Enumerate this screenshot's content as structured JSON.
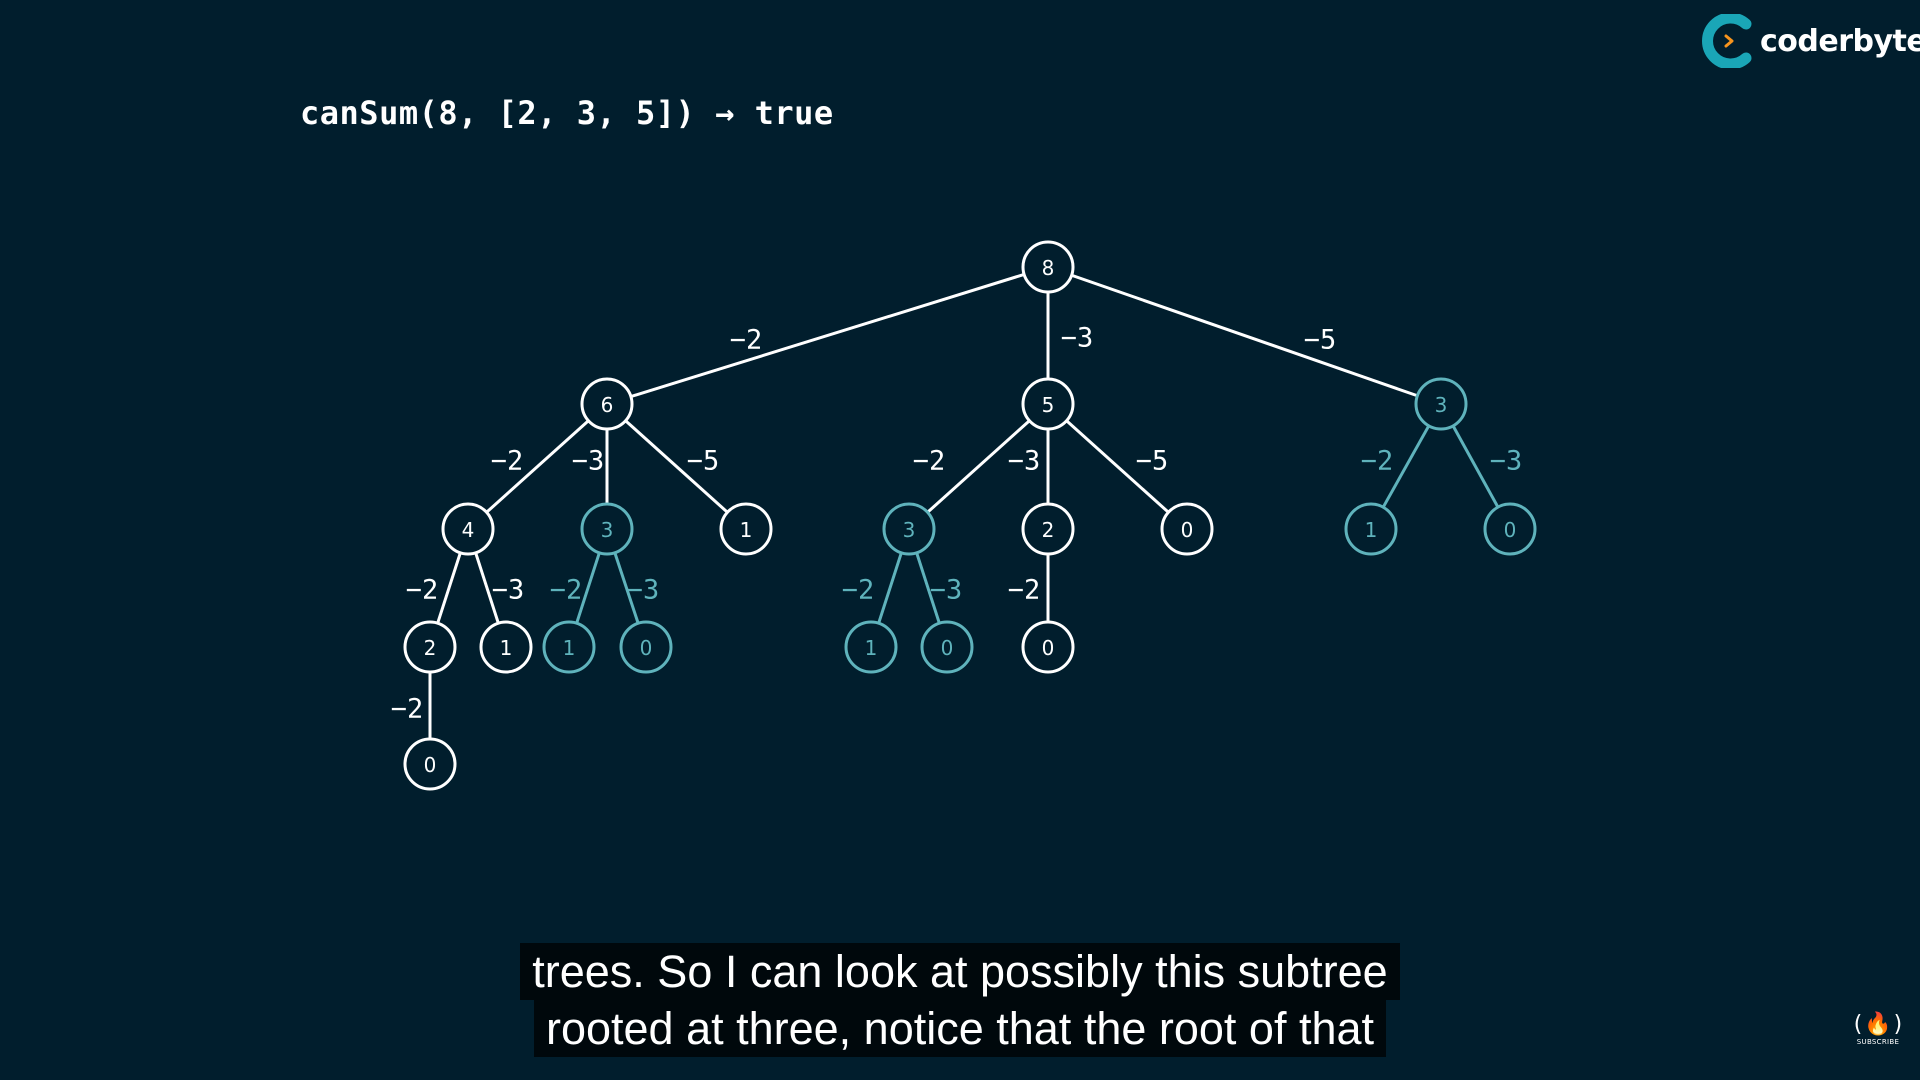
{
  "header": {
    "title": "canSum(8, [2, 3, 5]) → true"
  },
  "brand": {
    "name": "coderbyte",
    "icon": "coderbyte-logo-icon",
    "accent": "#1aa6b7",
    "chevron_color": "#f7941d"
  },
  "colors": {
    "background": "#011e2d",
    "default": "#ffffff",
    "highlight": "#5fb3bc"
  },
  "tree": {
    "nodes": [
      {
        "id": "n8",
        "value": "8",
        "highlight": false
      },
      {
        "id": "n6",
        "value": "6",
        "highlight": false
      },
      {
        "id": "n5",
        "value": "5",
        "highlight": false
      },
      {
        "id": "n3r",
        "value": "3",
        "highlight": true
      },
      {
        "id": "n4",
        "value": "4",
        "highlight": false
      },
      {
        "id": "n3a",
        "value": "3",
        "highlight": true
      },
      {
        "id": "n1a",
        "value": "1",
        "highlight": false
      },
      {
        "id": "n3b",
        "value": "3",
        "highlight": true
      },
      {
        "id": "n2b",
        "value": "2",
        "highlight": false
      },
      {
        "id": "n0b",
        "value": "0",
        "highlight": false
      },
      {
        "id": "n1r",
        "value": "1",
        "highlight": true
      },
      {
        "id": "n0r",
        "value": "0",
        "highlight": true
      },
      {
        "id": "n2a",
        "value": "2",
        "highlight": false
      },
      {
        "id": "n1c",
        "value": "1",
        "highlight": false
      },
      {
        "id": "n1d",
        "value": "1",
        "highlight": true
      },
      {
        "id": "n0d",
        "value": "0",
        "highlight": true
      },
      {
        "id": "n1e",
        "value": "1",
        "highlight": true
      },
      {
        "id": "n0e",
        "value": "0",
        "highlight": true
      },
      {
        "id": "n0f",
        "value": "0",
        "highlight": false
      },
      {
        "id": "n0g",
        "value": "0",
        "highlight": false
      }
    ],
    "edges": [
      {
        "from": "n8",
        "to": "n6",
        "label": "−2",
        "highlight": false
      },
      {
        "from": "n8",
        "to": "n5",
        "label": "−3",
        "highlight": false
      },
      {
        "from": "n8",
        "to": "n3r",
        "label": "−5",
        "highlight": false
      },
      {
        "from": "n6",
        "to": "n4",
        "label": "−2",
        "highlight": false
      },
      {
        "from": "n6",
        "to": "n3a",
        "label": "−3",
        "highlight": false
      },
      {
        "from": "n6",
        "to": "n1a",
        "label": "−5",
        "highlight": false
      },
      {
        "from": "n5",
        "to": "n3b",
        "label": "−2",
        "highlight": false
      },
      {
        "from": "n5",
        "to": "n2b",
        "label": "−3",
        "highlight": false
      },
      {
        "from": "n5",
        "to": "n0b",
        "label": "−5",
        "highlight": false
      },
      {
        "from": "n3r",
        "to": "n1r",
        "label": "−2",
        "highlight": true
      },
      {
        "from": "n3r",
        "to": "n0r",
        "label": "−3",
        "highlight": true
      },
      {
        "from": "n4",
        "to": "n2a",
        "label": "−2",
        "highlight": false
      },
      {
        "from": "n4",
        "to": "n1c",
        "label": "−3",
        "highlight": false
      },
      {
        "from": "n3a",
        "to": "n1d",
        "label": "−2",
        "highlight": true
      },
      {
        "from": "n3a",
        "to": "n0d",
        "label": "−3",
        "highlight": true
      },
      {
        "from": "n3b",
        "to": "n1e",
        "label": "−2",
        "highlight": true
      },
      {
        "from": "n3b",
        "to": "n0e",
        "label": "−3",
        "highlight": true
      },
      {
        "from": "n2b",
        "to": "n0f",
        "label": "−2",
        "highlight": false
      },
      {
        "from": "n2a",
        "to": "n0g",
        "label": "−2",
        "highlight": false
      }
    ]
  },
  "caption": {
    "line1": "trees. So I can look at possibly this subtree",
    "line2": "rooted at three, notice that the root of that"
  },
  "corner_badge": {
    "icon": "freecodecamp-logo-icon",
    "glyph": "(🔥)",
    "label": "SUBSCRIBE"
  }
}
